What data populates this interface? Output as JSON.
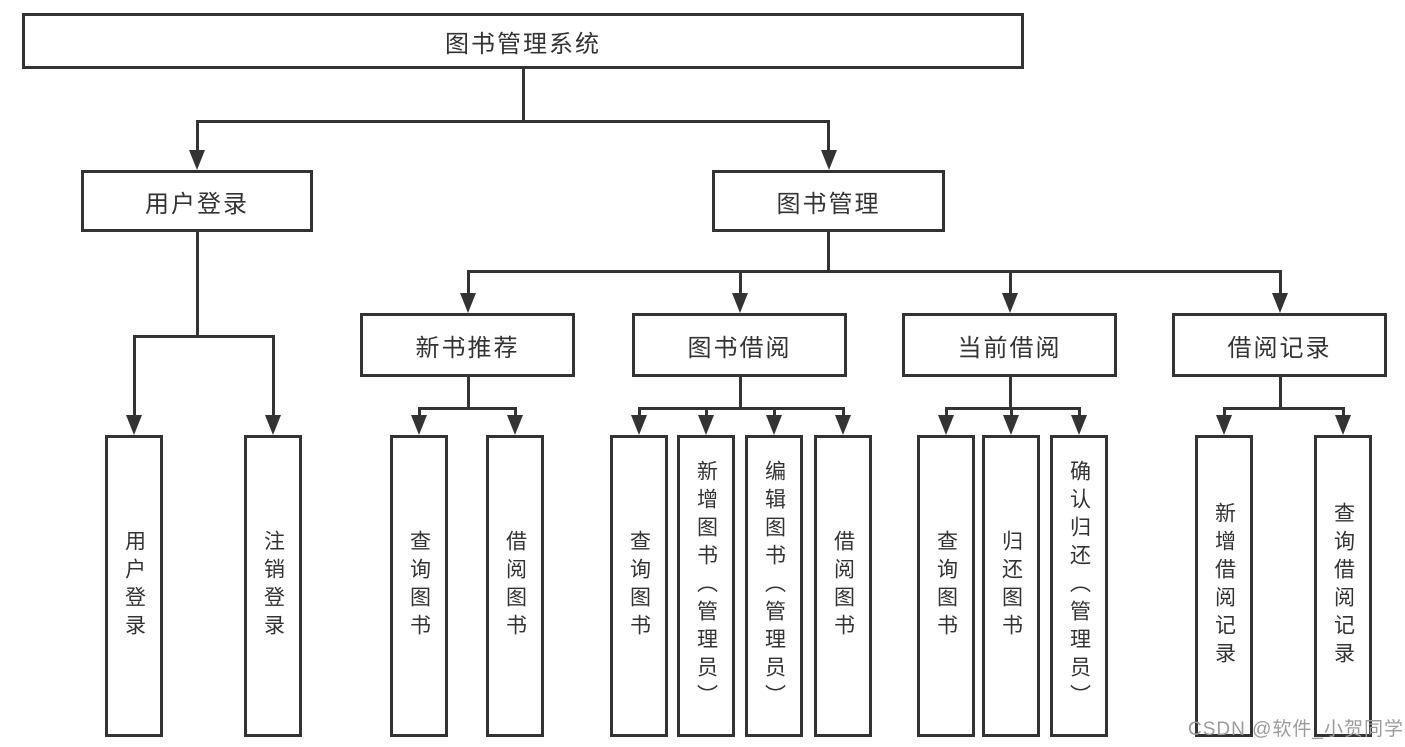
{
  "tree": {
    "root": {
      "label": "图书管理系统"
    },
    "branches": {
      "user_login": {
        "label": "用户登录",
        "children": {
          "login": {
            "label": "用户登录"
          },
          "logout": {
            "label": "注销登录"
          }
        }
      },
      "book_mgmt": {
        "label": "图书管理",
        "children": {
          "new_book_rec": {
            "label": "新书推荐",
            "children": {
              "query_book": {
                "label": "查询图书"
              },
              "borrow_book": {
                "label": "借阅图书"
              }
            }
          },
          "book_borrow": {
            "label": "图书借阅",
            "children": {
              "query_book": {
                "label": "查询图书"
              },
              "add_book": {
                "label": "新增图书（管理员）"
              },
              "edit_book": {
                "label": "编辑图书（管理员）"
              },
              "borrow_book": {
                "label": "借阅图书"
              }
            }
          },
          "current_borrow": {
            "label": "当前借阅",
            "children": {
              "query_book": {
                "label": "查询图书"
              },
              "return_book": {
                "label": "归还图书"
              },
              "confirm_return": {
                "label": "确认归还（管理员）"
              }
            }
          },
          "borrow_records": {
            "label": "借阅记录",
            "children": {
              "add_record": {
                "label": "新增借阅记录"
              },
              "query_record": {
                "label": "查询借阅记录"
              }
            }
          }
        }
      }
    }
  },
  "watermark": {
    "text": "CSDN @软件_小贺同学",
    "color": "#9C9C9C"
  },
  "colors": {
    "line": "#333333",
    "text": "#333333",
    "background": "#FFFFFF"
  }
}
